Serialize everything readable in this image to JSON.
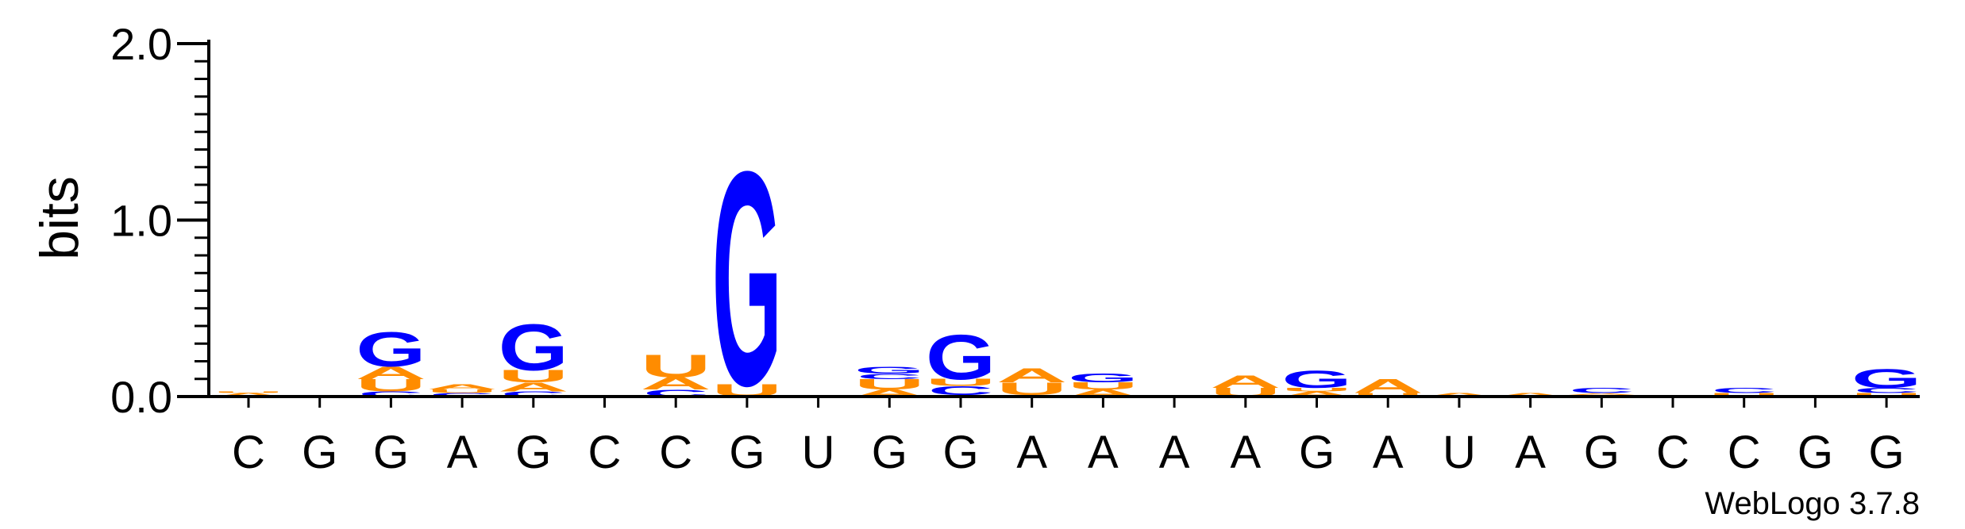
{
  "chart_data": {
    "type": "sequence-logo",
    "ylabel": "bits",
    "ylim": [
      0,
      2.0
    ],
    "yticks": [
      {
        "value": 0.0,
        "label": "0.0"
      },
      {
        "value": 1.0,
        "label": "1.0"
      },
      {
        "value": 2.0,
        "label": "2.0"
      }
    ],
    "credit": "WebLogo 3.7.8",
    "colors": {
      "G": "#0000ff",
      "C": "#0000ff",
      "A": "#ff8c00",
      "U": "#ff8c00"
    },
    "positions": [
      {
        "label": "C",
        "stack": [
          {
            "letter": "A",
            "height": 0.02
          },
          {
            "letter": "U",
            "height": 0.01
          }
        ]
      },
      {
        "label": "G",
        "stack": []
      },
      {
        "label": "G",
        "stack": [
          {
            "letter": "C",
            "height": 0.03
          },
          {
            "letter": "U",
            "height": 0.07
          },
          {
            "letter": "A",
            "height": 0.07
          },
          {
            "letter": "G",
            "height": 0.2
          }
        ]
      },
      {
        "label": "A",
        "stack": [
          {
            "letter": "C",
            "height": 0.02
          },
          {
            "letter": "U",
            "height": 0.02
          },
          {
            "letter": "A",
            "height": 0.03
          }
        ]
      },
      {
        "label": "G",
        "stack": [
          {
            "letter": "C",
            "height": 0.03
          },
          {
            "letter": "A",
            "height": 0.05
          },
          {
            "letter": "U",
            "height": 0.07
          },
          {
            "letter": "G",
            "height": 0.27
          }
        ]
      },
      {
        "label": "C",
        "stack": []
      },
      {
        "label": "C",
        "stack": [
          {
            "letter": "C",
            "height": 0.04
          },
          {
            "letter": "A",
            "height": 0.07
          },
          {
            "letter": "U",
            "height": 0.13
          }
        ]
      },
      {
        "label": "G",
        "stack": [
          {
            "letter": "U",
            "height": 0.07
          },
          {
            "letter": "G",
            "height": 1.24
          }
        ]
      },
      {
        "label": "U",
        "stack": []
      },
      {
        "label": "G",
        "stack": [
          {
            "letter": "A",
            "height": 0.04
          },
          {
            "letter": "U",
            "height": 0.06
          },
          {
            "letter": "C",
            "height": 0.03
          },
          {
            "letter": "G",
            "height": 0.04
          }
        ]
      },
      {
        "label": "G",
        "stack": [
          {
            "letter": "A",
            "height": 0.01
          },
          {
            "letter": "C",
            "height": 0.05
          },
          {
            "letter": "U",
            "height": 0.04
          },
          {
            "letter": "G",
            "height": 0.26
          }
        ]
      },
      {
        "label": "A",
        "stack": [
          {
            "letter": "C",
            "height": 0.01
          },
          {
            "letter": "U",
            "height": 0.07
          },
          {
            "letter": "A",
            "height": 0.08
          }
        ]
      },
      {
        "label": "A",
        "stack": [
          {
            "letter": "A",
            "height": 0.04
          },
          {
            "letter": "U",
            "height": 0.04
          },
          {
            "letter": "G",
            "height": 0.05
          }
        ]
      },
      {
        "label": "A",
        "stack": []
      },
      {
        "label": "A",
        "stack": [
          {
            "letter": "U",
            "height": 0.05
          },
          {
            "letter": "A",
            "height": 0.07
          }
        ]
      },
      {
        "label": "G",
        "stack": [
          {
            "letter": "A",
            "height": 0.03
          },
          {
            "letter": "U",
            "height": 0.02
          },
          {
            "letter": "G",
            "height": 0.1
          }
        ]
      },
      {
        "label": "A",
        "stack": [
          {
            "letter": "U",
            "height": 0.02
          },
          {
            "letter": "A",
            "height": 0.08
          }
        ]
      },
      {
        "label": "U",
        "stack": [
          {
            "letter": "A",
            "height": 0.02
          }
        ]
      },
      {
        "label": "A",
        "stack": [
          {
            "letter": "A",
            "height": 0.02
          }
        ]
      },
      {
        "label": "G",
        "stack": [
          {
            "letter": "U",
            "height": 0.01
          },
          {
            "letter": "A",
            "height": 0.01
          },
          {
            "letter": "C",
            "height": 0.03
          }
        ]
      },
      {
        "label": "C",
        "stack": []
      },
      {
        "label": "C",
        "stack": [
          {
            "letter": "U",
            "height": 0.02
          },
          {
            "letter": "C",
            "height": 0.03
          }
        ]
      },
      {
        "label": "G",
        "stack": []
      },
      {
        "label": "G",
        "stack": [
          {
            "letter": "U",
            "height": 0.02
          },
          {
            "letter": "C",
            "height": 0.03
          },
          {
            "letter": "G",
            "height": 0.11
          }
        ]
      }
    ]
  }
}
